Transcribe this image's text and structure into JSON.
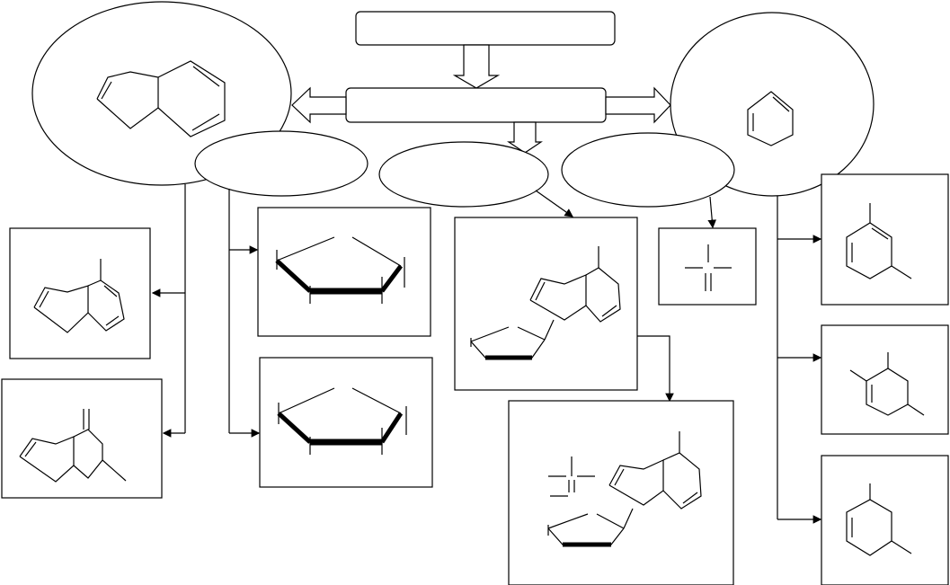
{
  "diagram": {
    "title_box": {
      "text": ""
    },
    "center_box": {
      "text": ""
    },
    "left_ellipse": {
      "text": ""
    },
    "right_ellipse": {
      "text": ""
    },
    "small_ellipses": [
      {
        "text": ""
      },
      {
        "text": ""
      },
      {
        "text": ""
      }
    ],
    "boxes": [
      {
        "structure": "purine-base-substituted"
      },
      {
        "structure": "purine-base-oxo-methyl"
      },
      {
        "structure": "ribose-ring"
      },
      {
        "structure": "deoxyribose-ring"
      },
      {
        "structure": "nucleoside"
      },
      {
        "structure": "phosphate"
      },
      {
        "structure": "nucleotide"
      },
      {
        "structure": "pyrimidine-base-a"
      },
      {
        "structure": "pyrimidine-base-b"
      },
      {
        "structure": "pyrimidine-base-c"
      }
    ]
  },
  "colors": {
    "stroke": "#000000",
    "fill": "#ffffff"
  }
}
